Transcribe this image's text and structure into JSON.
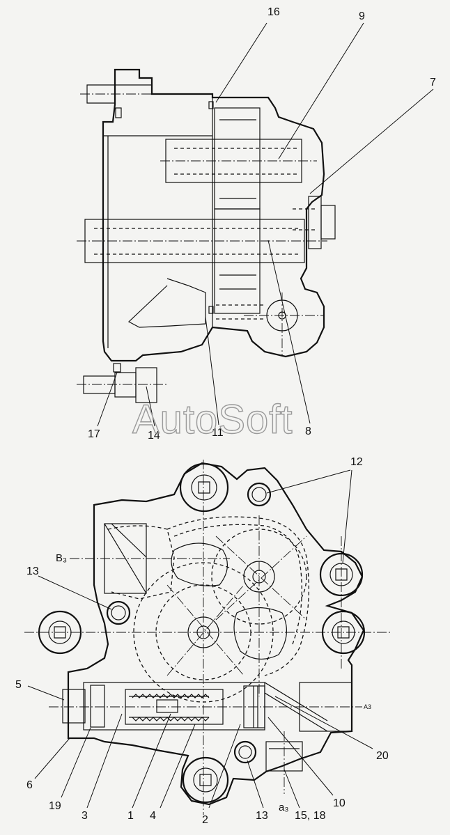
{
  "watermark": "AutoSoft",
  "top_view": {
    "callouts": [
      "16",
      "9",
      "7",
      "17",
      "14",
      "11",
      "8"
    ]
  },
  "bottom_view": {
    "callouts": [
      "12",
      "13",
      "5",
      "6",
      "19",
      "3",
      "1",
      "4",
      "2",
      "13",
      "15, 18",
      "10",
      "20"
    ],
    "port_labels": [
      "B₃",
      "a₃",
      "A3"
    ]
  }
}
